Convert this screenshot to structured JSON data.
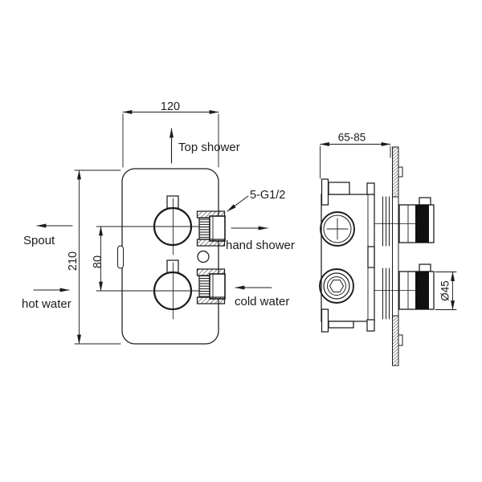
{
  "colors": {
    "background": "#ffffff",
    "line": "#1c1c1c",
    "knob_fill": "#101010"
  },
  "front_view": {
    "dim_width": "120",
    "dim_height": "210",
    "dim_handle_spacing": "80",
    "thread_spec": "5-G1/2",
    "connections": {
      "top_shower": "Top shower",
      "spout": "Spout",
      "hot_water": "hot water",
      "hand_shower": "hand shower",
      "cold_water": "cold water"
    }
  },
  "side_view": {
    "dim_depth_range": "65-85",
    "dim_handle_diameter": "Ø45"
  },
  "icons": {
    "top_shower_arrow": "arrow-up",
    "spout_arrow": "arrow-left",
    "hot_water_arrow": "arrow-right",
    "hand_shower_arrow": "arrow-right",
    "cold_water_arrow": "arrow-left",
    "thread_leader_arrow": "leader-arrow"
  }
}
